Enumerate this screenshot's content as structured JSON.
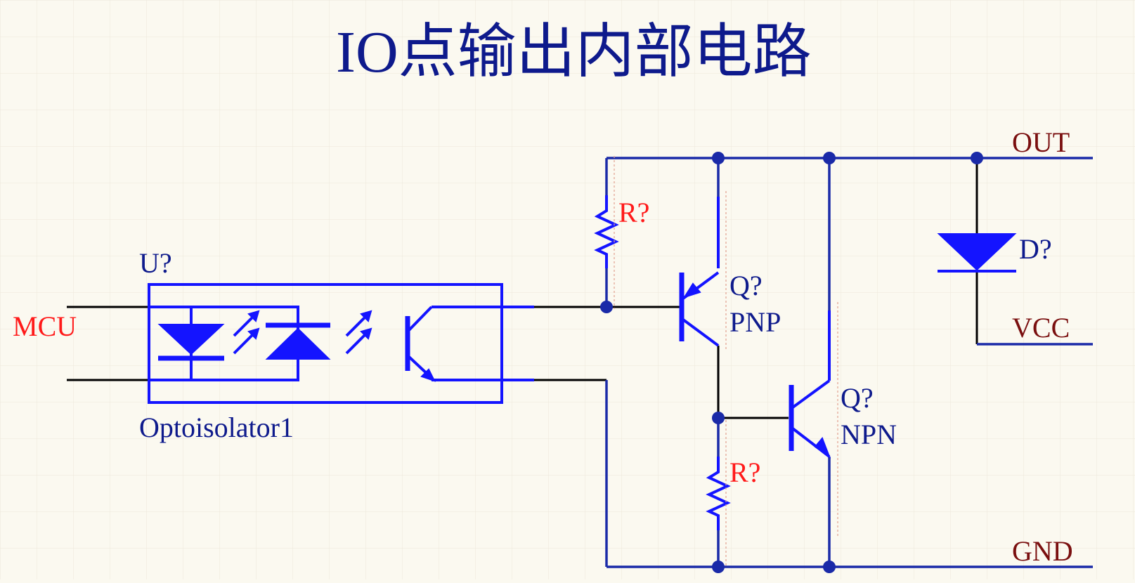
{
  "title": "IO点输出内部电路",
  "optoisolator": {
    "designator": "U?",
    "name": "Optoisolator1"
  },
  "input_label": "MCU",
  "resistor_top": {
    "designator": "R?"
  },
  "resistor_bottom": {
    "designator": "R?"
  },
  "pnp": {
    "designator": "Q?",
    "type": "PNP"
  },
  "npn": {
    "designator": "Q?",
    "type": "NPN"
  },
  "diode": {
    "designator": "D?"
  },
  "nets": {
    "out": "OUT",
    "vcc": "VCC",
    "gnd": "GND"
  },
  "colors": {
    "background": "#fbf9f0",
    "wire": "#1a2aa8",
    "component": "#1414ff",
    "title": "#0e1a8c",
    "designator_red": "#ff1a1a",
    "net_label": "#7a0f0f"
  }
}
